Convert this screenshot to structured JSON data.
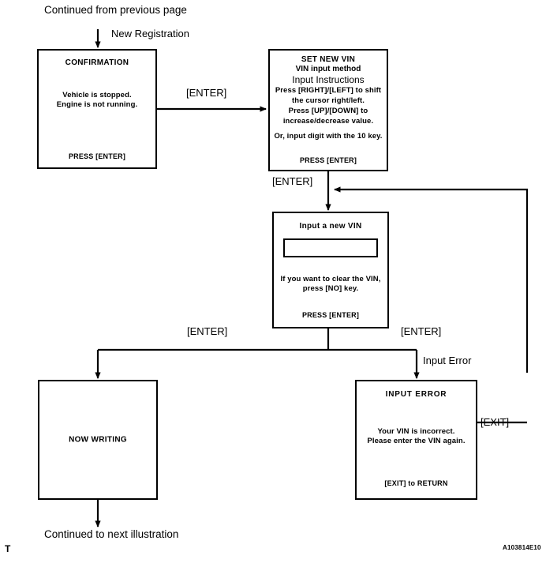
{
  "page": {
    "header_note": "Continued from previous page",
    "footer_note": "Continued to next illustration",
    "figure_code": "A103814E10",
    "corner_mark": "T"
  },
  "labels": {
    "new_registration": "New Registration",
    "enter_1": "[ENTER]",
    "enter_2": "[ENTER]",
    "enter_left": "[ENTER]",
    "enter_right": "[ENTER]",
    "input_error": "Input Error",
    "exit": "[EXIT]"
  },
  "screens": {
    "confirmation": {
      "title": "CONFIRMATION",
      "lines": [
        "Vehicle is stopped.",
        "Engine is not running."
      ],
      "footer": "PRESS [ENTER]"
    },
    "set_new_vin": {
      "title": "SET NEW VIN",
      "subtitle": "VIN input method",
      "instructions_heading": "Input Instructions",
      "lines": [
        "Press [RIGHT]/[LEFT] to shift",
        "the cursor right/left.",
        "Press [UP]/[DOWN]  to",
        "increase/decrease value."
      ],
      "note": "Or, input digit with the 10 key.",
      "footer": "PRESS [ENTER]"
    },
    "input_a_new_vin": {
      "title": "Input a new VIN",
      "field_value": "",
      "field_placeholder": "",
      "lines": [
        "If you want to clear the VIN,",
        "press [NO] key."
      ],
      "footer": "PRESS [ENTER]"
    },
    "now_writing": {
      "title": "NOW WRITING"
    },
    "input_error": {
      "title": "INPUT  ERROR",
      "lines": [
        "Your VIN is incorrect.",
        "Please enter the VIN again."
      ],
      "footer": "[EXIT] to RETURN"
    }
  },
  "colors": {
    "ink": "#000000",
    "paper": "#ffffff"
  }
}
